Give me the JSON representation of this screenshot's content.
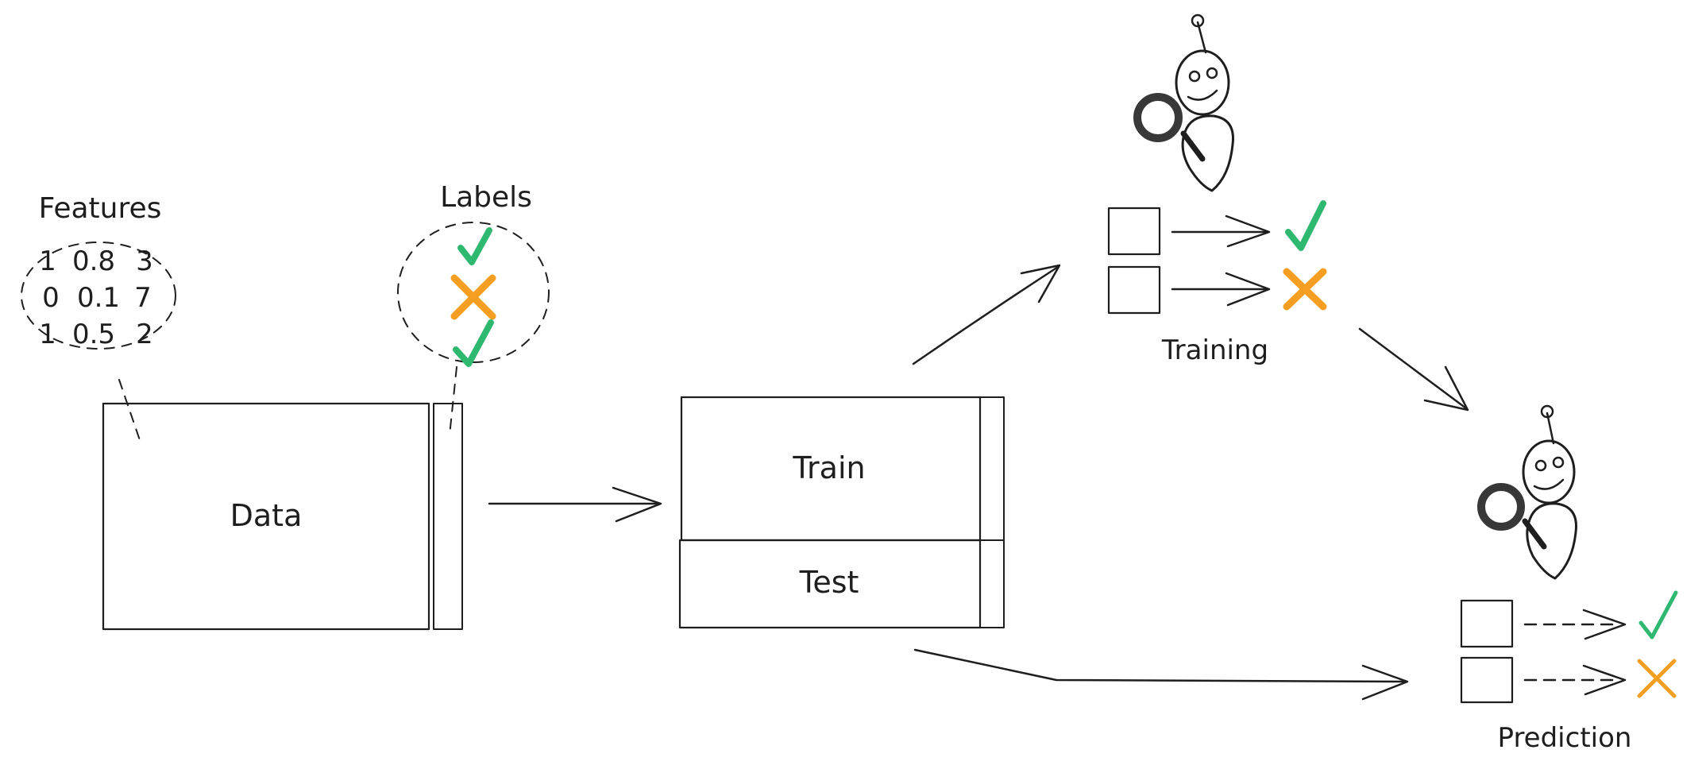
{
  "labels": {
    "features": "Features",
    "labels": "Labels",
    "data": "Data",
    "train": "Train",
    "test": "Test",
    "training": "Training",
    "prediction": "Prediction"
  },
  "features_matrix": [
    [
      "1",
      "0.8",
      "3"
    ],
    [
      "0",
      "0.1",
      "7"
    ],
    [
      "1",
      "0.5",
      "2"
    ]
  ],
  "label_marks": [
    "check-icon",
    "cross-icon",
    "check-icon"
  ],
  "training_examples": [
    "check-icon",
    "cross-icon"
  ],
  "prediction_examples": [
    "check-icon",
    "cross-icon"
  ],
  "colors": {
    "data_fill": "#ced4da",
    "label_fill": "#ffd8a8",
    "train_fill": "#a5d8ff",
    "test_fill": "#d0bfff",
    "check": "#2fb870",
    "cross": "#f59f22",
    "stroke": "#1e1e1e"
  }
}
